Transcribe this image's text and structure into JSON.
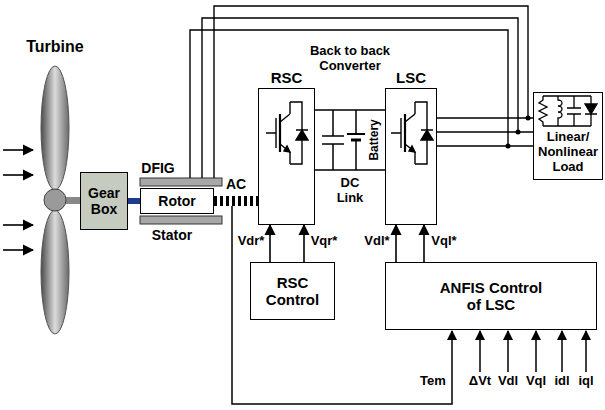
{
  "diagram": {
    "nodes": [
      {
        "text": [
          "Gear Box"
        ]
      },
      {
        "text": [
          "Rotor"
        ]
      },
      {
        "text": [
          "RSC"
        ]
      },
      {
        "text": [
          "LSC"
        ]
      },
      {
        "text": [
          "Linear/ Nonlinear Load"
        ]
      },
      {
        "text": [
          "RSC Control"
        ]
      },
      {
        "text": [
          "ANFIS Control of LSC"
        ]
      }
    ],
    "edges": [
      {
        "from": 0,
        "to": 1,
        "arrow": "none"
      },
      {
        "from": 1,
        "to": 2,
        "arrow": "none"
      },
      {
        "from": 2,
        "to": 3,
        "arrow": "none"
      },
      {
        "from": 3,
        "to": 4,
        "arrow": "none"
      },
      {
        "from": 5,
        "to": 2,
        "label": "Vdr*",
        "arrow": "to"
      },
      {
        "from": 5,
        "to": 2,
        "label": "Vqr*",
        "arrow": "to"
      },
      {
        "from": 6,
        "to": 3,
        "label": "Vdl*",
        "arrow": "to"
      },
      {
        "from": 6,
        "to": 3,
        "label": "Vql*",
        "arrow": "to"
      }
    ],
    "labels": [
      "Turbine",
      "DFIG",
      "Stator",
      "AC",
      "Back to back Converter",
      "DC Link",
      "Battery",
      "Tem",
      "ΔVt",
      "Vdl",
      "Vql",
      "idl",
      "iql"
    ]
  }
}
